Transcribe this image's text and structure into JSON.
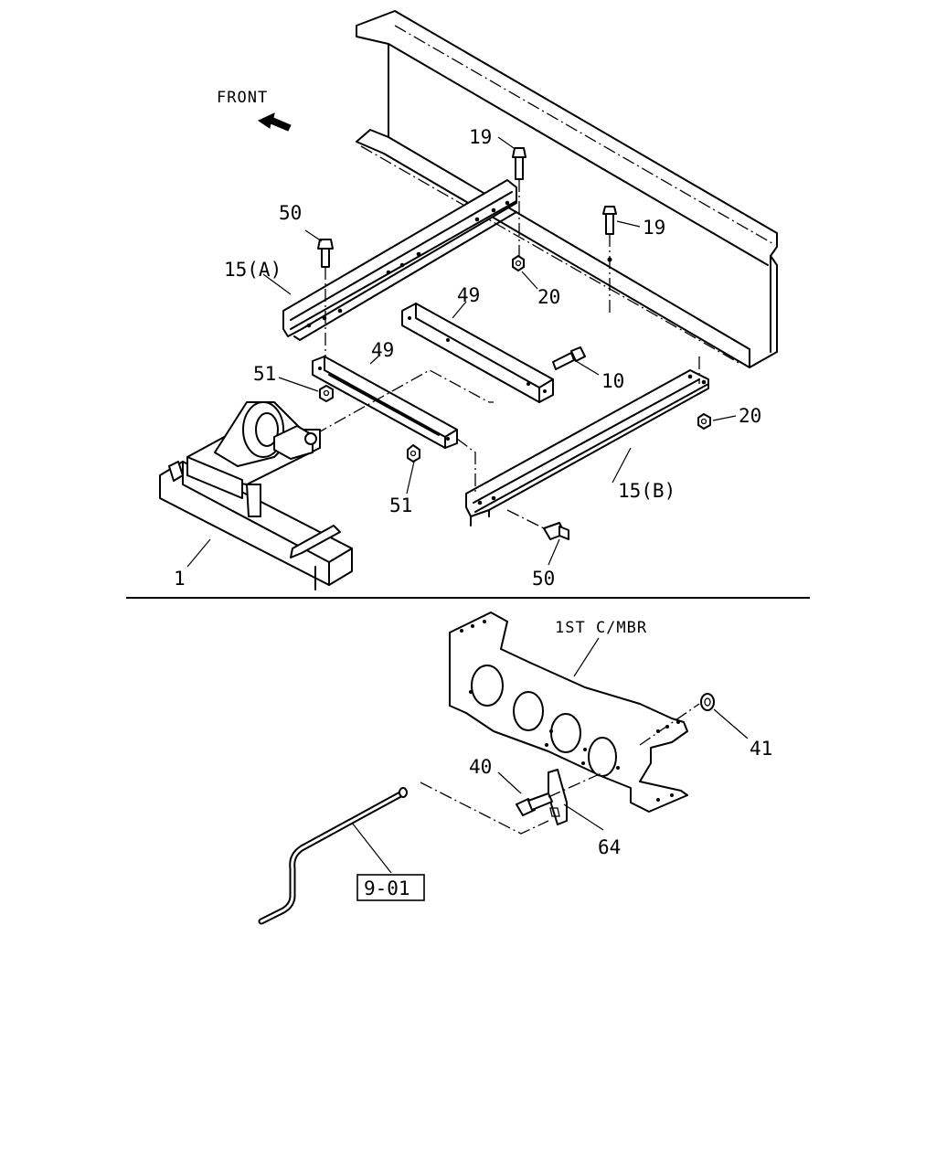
{
  "diagram": {
    "direction_label": "FRONT",
    "member_label": "1ST C/MBR",
    "reference_box": "9-01",
    "callouts": {
      "c1": "1",
      "c10": "10",
      "c15a": "15(A)",
      "c15b": "15(B)",
      "c19a": "19",
      "c19b": "19",
      "c20a": "20",
      "c20b": "20",
      "c40": "40",
      "c41": "41",
      "c49a": "49",
      "c49b": "49",
      "c50a": "50",
      "c50b": "50",
      "c51a": "51",
      "c51b": "51",
      "c64": "64"
    }
  }
}
